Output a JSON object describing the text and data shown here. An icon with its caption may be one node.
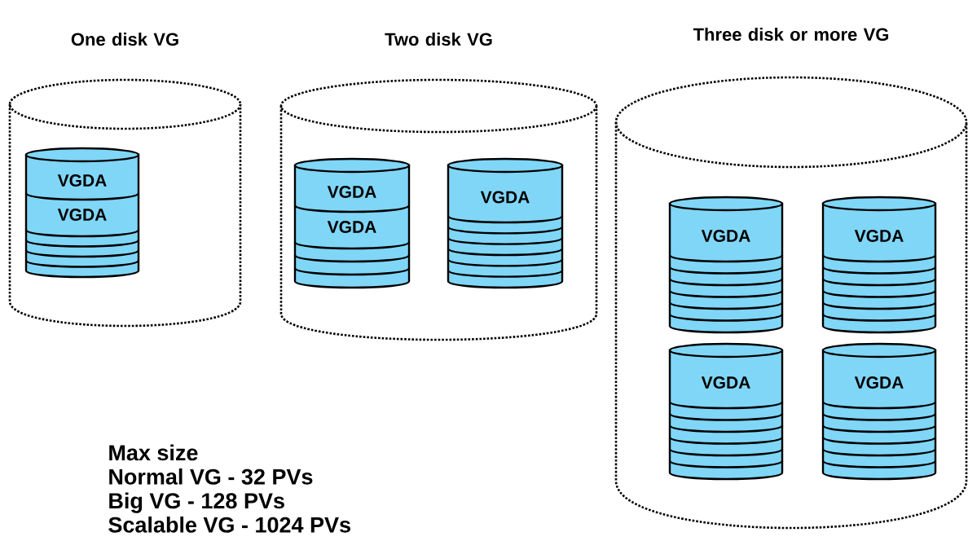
{
  "diagram": {
    "nodes": [
      {
        "text": [
          "One disk VG"
        ]
      },
      {
        "text": [
          "VGDA",
          "VGDA"
        ],
        "in": 0
      },
      {
        "text": [
          "Two disk VG"
        ]
      },
      {
        "text": [
          "VGDA",
          "VGDA"
        ],
        "in": 2
      },
      {
        "text": [
          "VGDA"
        ],
        "in": 2
      },
      {
        "text": [
          "Three disk or more VG"
        ]
      },
      {
        "text": [
          "VGDA"
        ],
        "in": 5
      },
      {
        "text": [
          "VGDA"
        ],
        "in": 5
      },
      {
        "text": [
          "VGDA"
        ],
        "in": 5
      },
      {
        "text": [
          "VGDA"
        ],
        "in": 5
      }
    ],
    "labels": [
      "Max size",
      "Normal VG - 32 PVs",
      "Big VG - 128 PVs",
      "Scalable VG - 1024 PVs"
    ]
  }
}
